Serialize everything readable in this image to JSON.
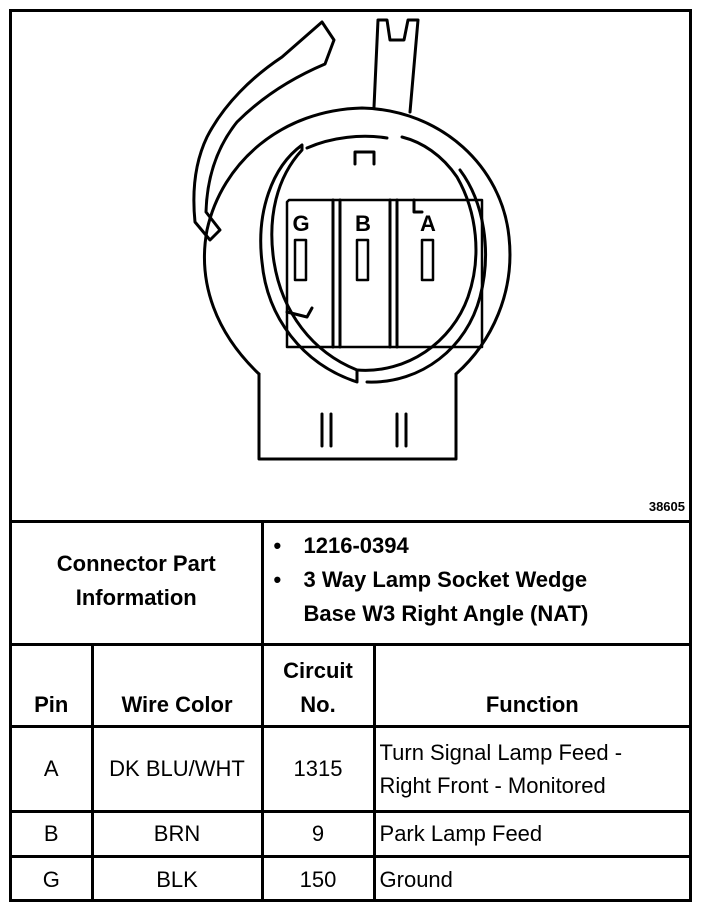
{
  "diagram": {
    "figure_number": "38605",
    "pin_labels": [
      "G",
      "B",
      "A"
    ]
  },
  "connector_info": {
    "label_line1": "Connector Part",
    "label_line2": "Information",
    "part_number": "1216-0394",
    "description_line1": "3 Way Lamp Socket Wedge",
    "description_line2": "Base W3 Right Angle (NAT)"
  },
  "table": {
    "headers": {
      "pin": "Pin",
      "wire_color": "Wire Color",
      "circuit_line1": "Circuit",
      "circuit_line2": "No.",
      "function": "Function"
    },
    "rows": [
      {
        "pin": "A",
        "wire_color": "DK BLU/WHT",
        "circuit": "1315",
        "function_line1": "Turn Signal Lamp Feed -",
        "function_line2": "Right Front - Monitored"
      },
      {
        "pin": "B",
        "wire_color": "BRN",
        "circuit": "9",
        "function_line1": "Park Lamp Feed"
      },
      {
        "pin": "G",
        "wire_color": "BLK",
        "circuit": "150",
        "function_line1": "Ground"
      }
    ]
  }
}
